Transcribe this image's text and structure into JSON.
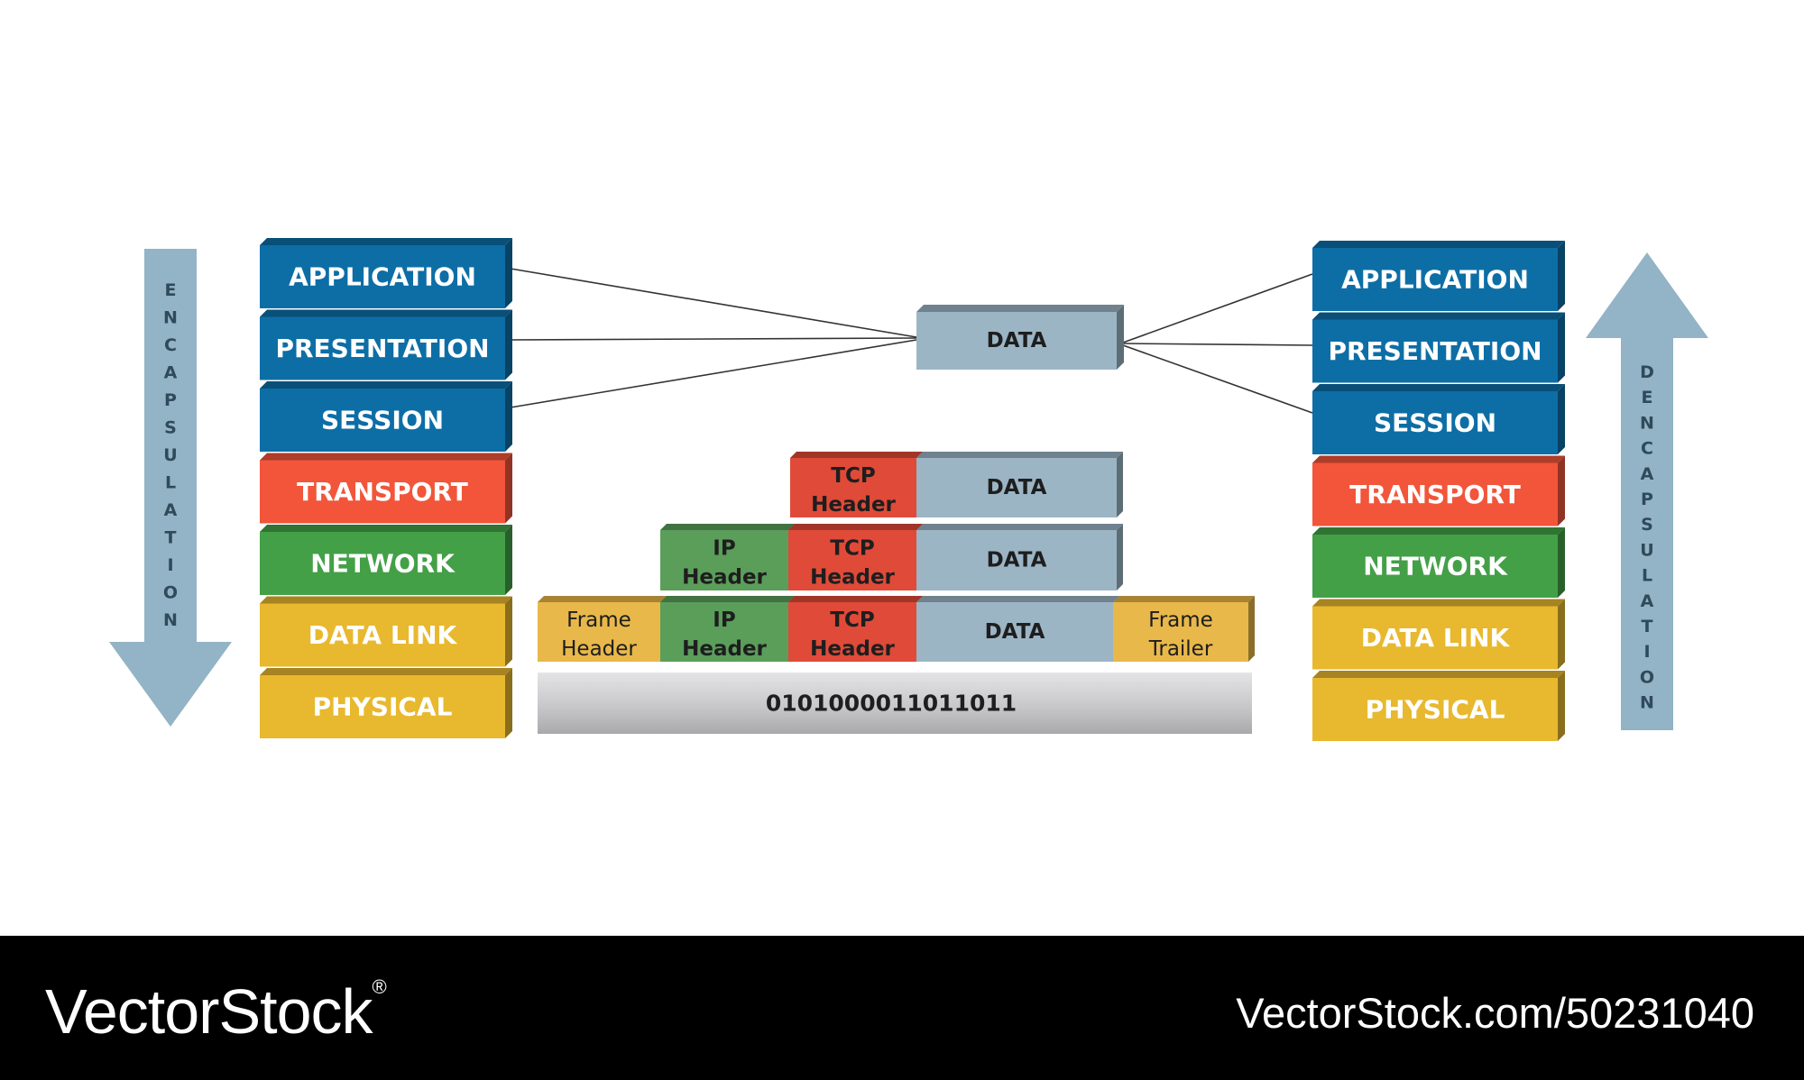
{
  "left_stack": {
    "layers": [
      {
        "label": "APPLICATION",
        "color": "#0d6ea6"
      },
      {
        "label": "PRESENTATION",
        "color": "#0d6ea6"
      },
      {
        "label": "SESSION",
        "color": "#0d6ea6"
      },
      {
        "label": "TRANSPORT",
        "color": "#f2553a"
      },
      {
        "label": "NETWORK",
        "color": "#43a047"
      },
      {
        "label": "DATA LINK",
        "color": "#e8b82e"
      },
      {
        "label": "PHYSICAL",
        "color": "#e8b82e"
      }
    ]
  },
  "right_stack": {
    "layers": [
      {
        "label": "APPLICATION",
        "color": "#0d6ea6"
      },
      {
        "label": "PRESENTATION",
        "color": "#0d6ea6"
      },
      {
        "label": "SESSION",
        "color": "#0d6ea6"
      },
      {
        "label": "TRANSPORT",
        "color": "#f2553a"
      },
      {
        "label": "NETWORK",
        "color": "#43a047"
      },
      {
        "label": "DATA LINK",
        "color": "#e8b82e"
      },
      {
        "label": "PHYSICAL",
        "color": "#e8b82e"
      }
    ]
  },
  "encapsulation_arrow": {
    "text": "ENCAPSULATION",
    "direction": "down",
    "color": "#93b3c6"
  },
  "decapsulation_arrow": {
    "text": "DENCAPSULATION",
    "direction": "up",
    "color": "#93b3c6"
  },
  "data_box": {
    "label": "DATA"
  },
  "pdu_rows": [
    [
      {
        "label": "TCP Header",
        "color": "#e04a38"
      },
      {
        "label": "DATA",
        "color": "#9bb5c5"
      }
    ],
    [
      {
        "label": "IP Header",
        "color": "#5a9e5a"
      },
      {
        "label": "TCP Header",
        "color": "#e04a38"
      },
      {
        "label": "DATA",
        "color": "#9bb5c5"
      }
    ],
    [
      {
        "label": "Frame Header",
        "color": "#e8b84a"
      },
      {
        "label": "IP Header",
        "color": "#5a9e5a"
      },
      {
        "label": "TCP Header",
        "color": "#e04a38"
      },
      {
        "label": "DATA",
        "color": "#9bb5c5"
      },
      {
        "label": "Frame Trailer",
        "color": "#e8b84a"
      }
    ]
  ],
  "bits": {
    "label": "0101000011011011",
    "color": "#c8c8ca"
  },
  "footer": {
    "brand": "VectorStock",
    "brand_mark": "®",
    "url": "VectorStock.com/50231040"
  }
}
